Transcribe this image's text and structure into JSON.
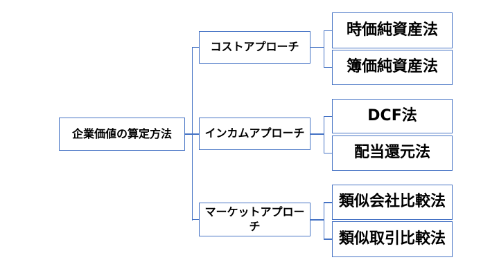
{
  "diagram": {
    "type": "hierarchy-tree",
    "orientation": "left-to-right",
    "root": {
      "label": "企業価値の算定方法"
    },
    "branches": [
      {
        "label": "コストアプローチ",
        "children": [
          {
            "label": "時価純資産法"
          },
          {
            "label": "簿価純資産法"
          }
        ]
      },
      {
        "label": "インカムアプローチ",
        "children": [
          {
            "label": "DCF法"
          },
          {
            "label": "配当還元法"
          }
        ]
      },
      {
        "label": "マーケットアプローチ",
        "children": [
          {
            "label": "類似会社比較法"
          },
          {
            "label": "類似取引比較法"
          }
        ]
      }
    ],
    "colors": {
      "box_border": "#4472C4",
      "connector": "#4472C4",
      "box_fill": "#FFFFFF",
      "text": "#000000",
      "background": "#FFFFFF"
    }
  }
}
